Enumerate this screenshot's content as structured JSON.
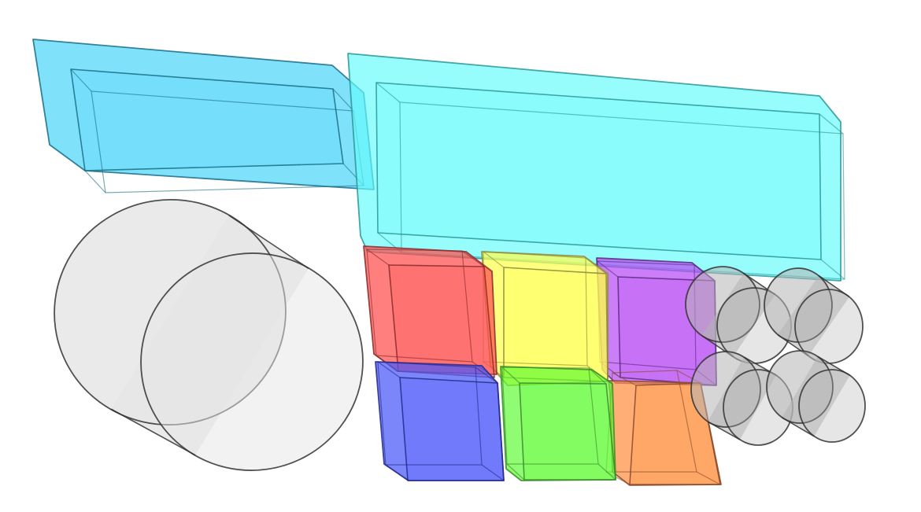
{
  "scene": {
    "background": "#ffffff",
    "stroke_opacity": 0.85,
    "boxes": [
      {
        "id": "long-blue-box",
        "fill": "#4fd6fa",
        "stroke": "#1a6f86",
        "fill_opacity": 0.72
      },
      {
        "id": "long-cyan-box",
        "fill": "#66fbfb",
        "stroke": "#2a9898",
        "fill_opacity": 0.68
      },
      {
        "id": "purple-cube",
        "fill": "#b94cf5",
        "stroke": "#5a2a80",
        "fill_opacity": 0.72
      },
      {
        "id": "yellow-cube",
        "fill": "#ffff4d",
        "stroke": "#8a8a3a",
        "fill_opacity": 0.72
      },
      {
        "id": "red-cube",
        "fill": "#ff4d4d",
        "stroke": "#8a2a2a",
        "fill_opacity": 0.72
      },
      {
        "id": "orange-cube",
        "fill": "#ff9040",
        "stroke": "#8a4a2a",
        "fill_opacity": 0.72
      },
      {
        "id": "green-cube",
        "fill": "#5cfa30",
        "stroke": "#3a8a2a",
        "fill_opacity": 0.68
      },
      {
        "id": "blue-cube",
        "fill": "#4a57fa",
        "stroke": "#242a8a",
        "fill_opacity": 0.72
      }
    ],
    "cylinders": [
      {
        "id": "large-gray-cylinder",
        "fill": "#e6e6e6",
        "stroke": "#333333",
        "fill_opacity": 0.85
      },
      {
        "id": "small-cylinder-top-left",
        "fill": "#b4b4b4",
        "stroke": "#333333",
        "fill_opacity": 0.55
      },
      {
        "id": "small-cylinder-top-right",
        "fill": "#b4b4b4",
        "stroke": "#333333",
        "fill_opacity": 0.55
      },
      {
        "id": "small-cylinder-bottom-left",
        "fill": "#b4b4b4",
        "stroke": "#333333",
        "fill_opacity": 0.55
      },
      {
        "id": "small-cylinder-bottom-right",
        "fill": "#b4b4b4",
        "stroke": "#333333",
        "fill_opacity": 0.55
      }
    ]
  }
}
